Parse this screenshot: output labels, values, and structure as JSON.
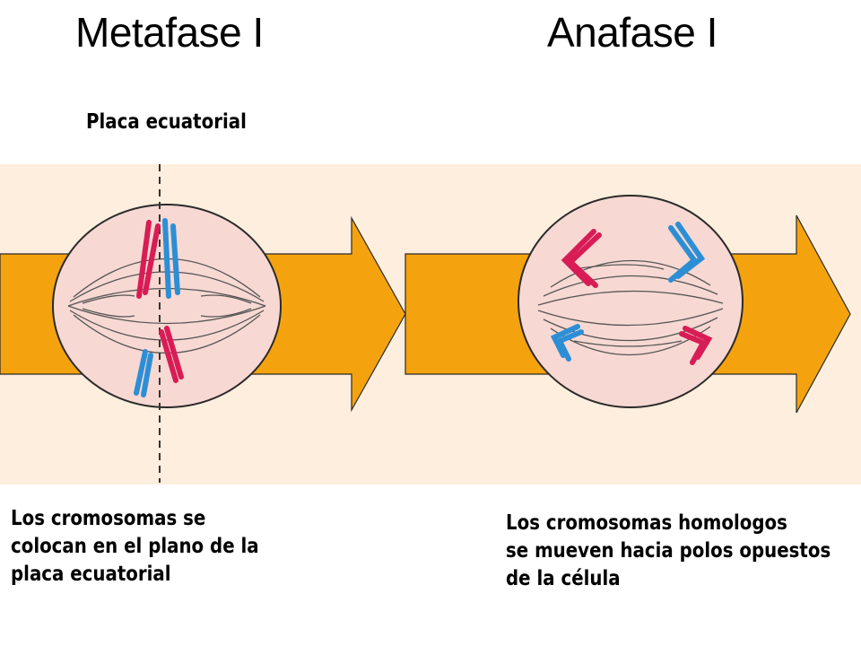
{
  "titles": {
    "left": "Metafase I",
    "right": "Anafase I"
  },
  "labels": {
    "plate": "Placa ecuatorial"
  },
  "captions": {
    "left": [
      "Los cromosomas se",
      "colocan en el plano de la",
      "placa ecuatorial"
    ],
    "right": [
      "Los cromosomas homologos",
      "se mueven hacia polos opuestos",
      "de la célula"
    ]
  },
  "colors": {
    "band": "#fdeedd",
    "arrow": "#f4a30e",
    "cell": "#f7d8d2",
    "outline": "#2a2a2a",
    "chromosome_red": "#d81c55",
    "chromosome_blue": "#2c8fd6"
  }
}
